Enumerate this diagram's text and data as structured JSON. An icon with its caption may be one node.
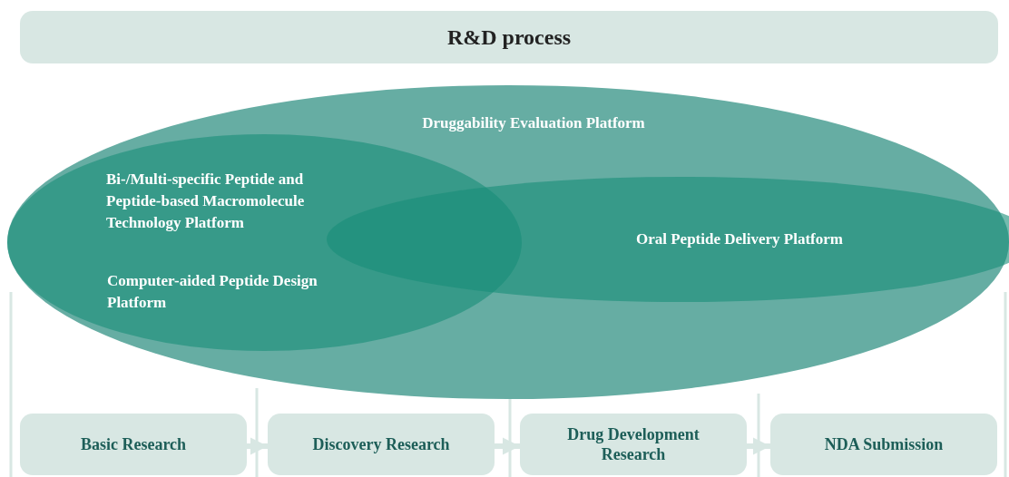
{
  "diagram": {
    "nodes": [
      {
        "text": [
          "R&D process"
        ]
      },
      {
        "text": [
          "Druggability Evaluation Platform"
        ]
      },
      {
        "text": [
          "Bi-/Multi-specific Peptide and Peptide-based Macromolecule Technology Platform",
          "Computer-aided Peptide Design Platform"
        ],
        "in": 1
      },
      {
        "text": [
          "Oral Peptide Delivery Platform"
        ],
        "in": 1
      },
      {
        "text": [
          "Basic Research"
        ]
      },
      {
        "text": [
          "Discovery Research"
        ]
      },
      {
        "text": [
          "Drug Development Research"
        ]
      },
      {
        "text": [
          "NDA Submission"
        ]
      }
    ],
    "edges": [
      {
        "from": 4,
        "to": 5,
        "arrow": "to"
      },
      {
        "from": 5,
        "to": 6,
        "arrow": "to"
      },
      {
        "from": 6,
        "to": 7,
        "arrow": "to"
      }
    ]
  }
}
